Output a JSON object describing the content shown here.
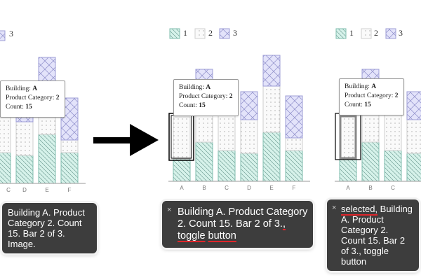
{
  "chart_data": {
    "type": "bar",
    "stacked": true,
    "categories": [
      "A",
      "B",
      "C",
      "D",
      "E",
      "F"
    ],
    "series": [
      {
        "name": "1",
        "values": [
          8,
          14,
          11,
          10,
          17.5,
          11
        ]
      },
      {
        "name": "2",
        "values": [
          15,
          11,
          13,
          12,
          16.5,
          4.5
        ]
      },
      {
        "name": "3",
        "values": [
          0,
          15,
          6,
          10,
          11,
          15
        ]
      }
    ],
    "ylim": [
      0,
      45
    ],
    "legend": [
      "1",
      "2",
      "3"
    ],
    "colors": {
      "s1_fill": "#d6f2ea",
      "s1_stroke": "#7fbcae",
      "s2_fill": "#fafafa",
      "s2_stroke": "#cfcfcf",
      "s3_fill": "#e3e3fa",
      "s3_stroke": "#9c9cd6"
    }
  },
  "tooltip": {
    "building_label": "Building:",
    "building_value": "A",
    "category_label": "Product Category:",
    "category_value": "2",
    "count_label": "Count:",
    "count_value": "15"
  },
  "panels": {
    "before": {
      "speech_line1": "Building A. Product Category 2.",
      "speech_line2": "Count 15. Bar 2 of 3. Image."
    },
    "after_focus": {
      "close": "×",
      "line1": "Building A. Product Category",
      "line2a": "2. Count 15. Bar 2 of 3.",
      "line2b": ", toggle",
      "line3": "button"
    },
    "after_select": {
      "close": "×",
      "line1a": "selected,",
      "line1b": " Building A. Product",
      "line2": "Category 2. Count 15. Bar 2 of",
      "line3": "3., toggle button"
    }
  }
}
